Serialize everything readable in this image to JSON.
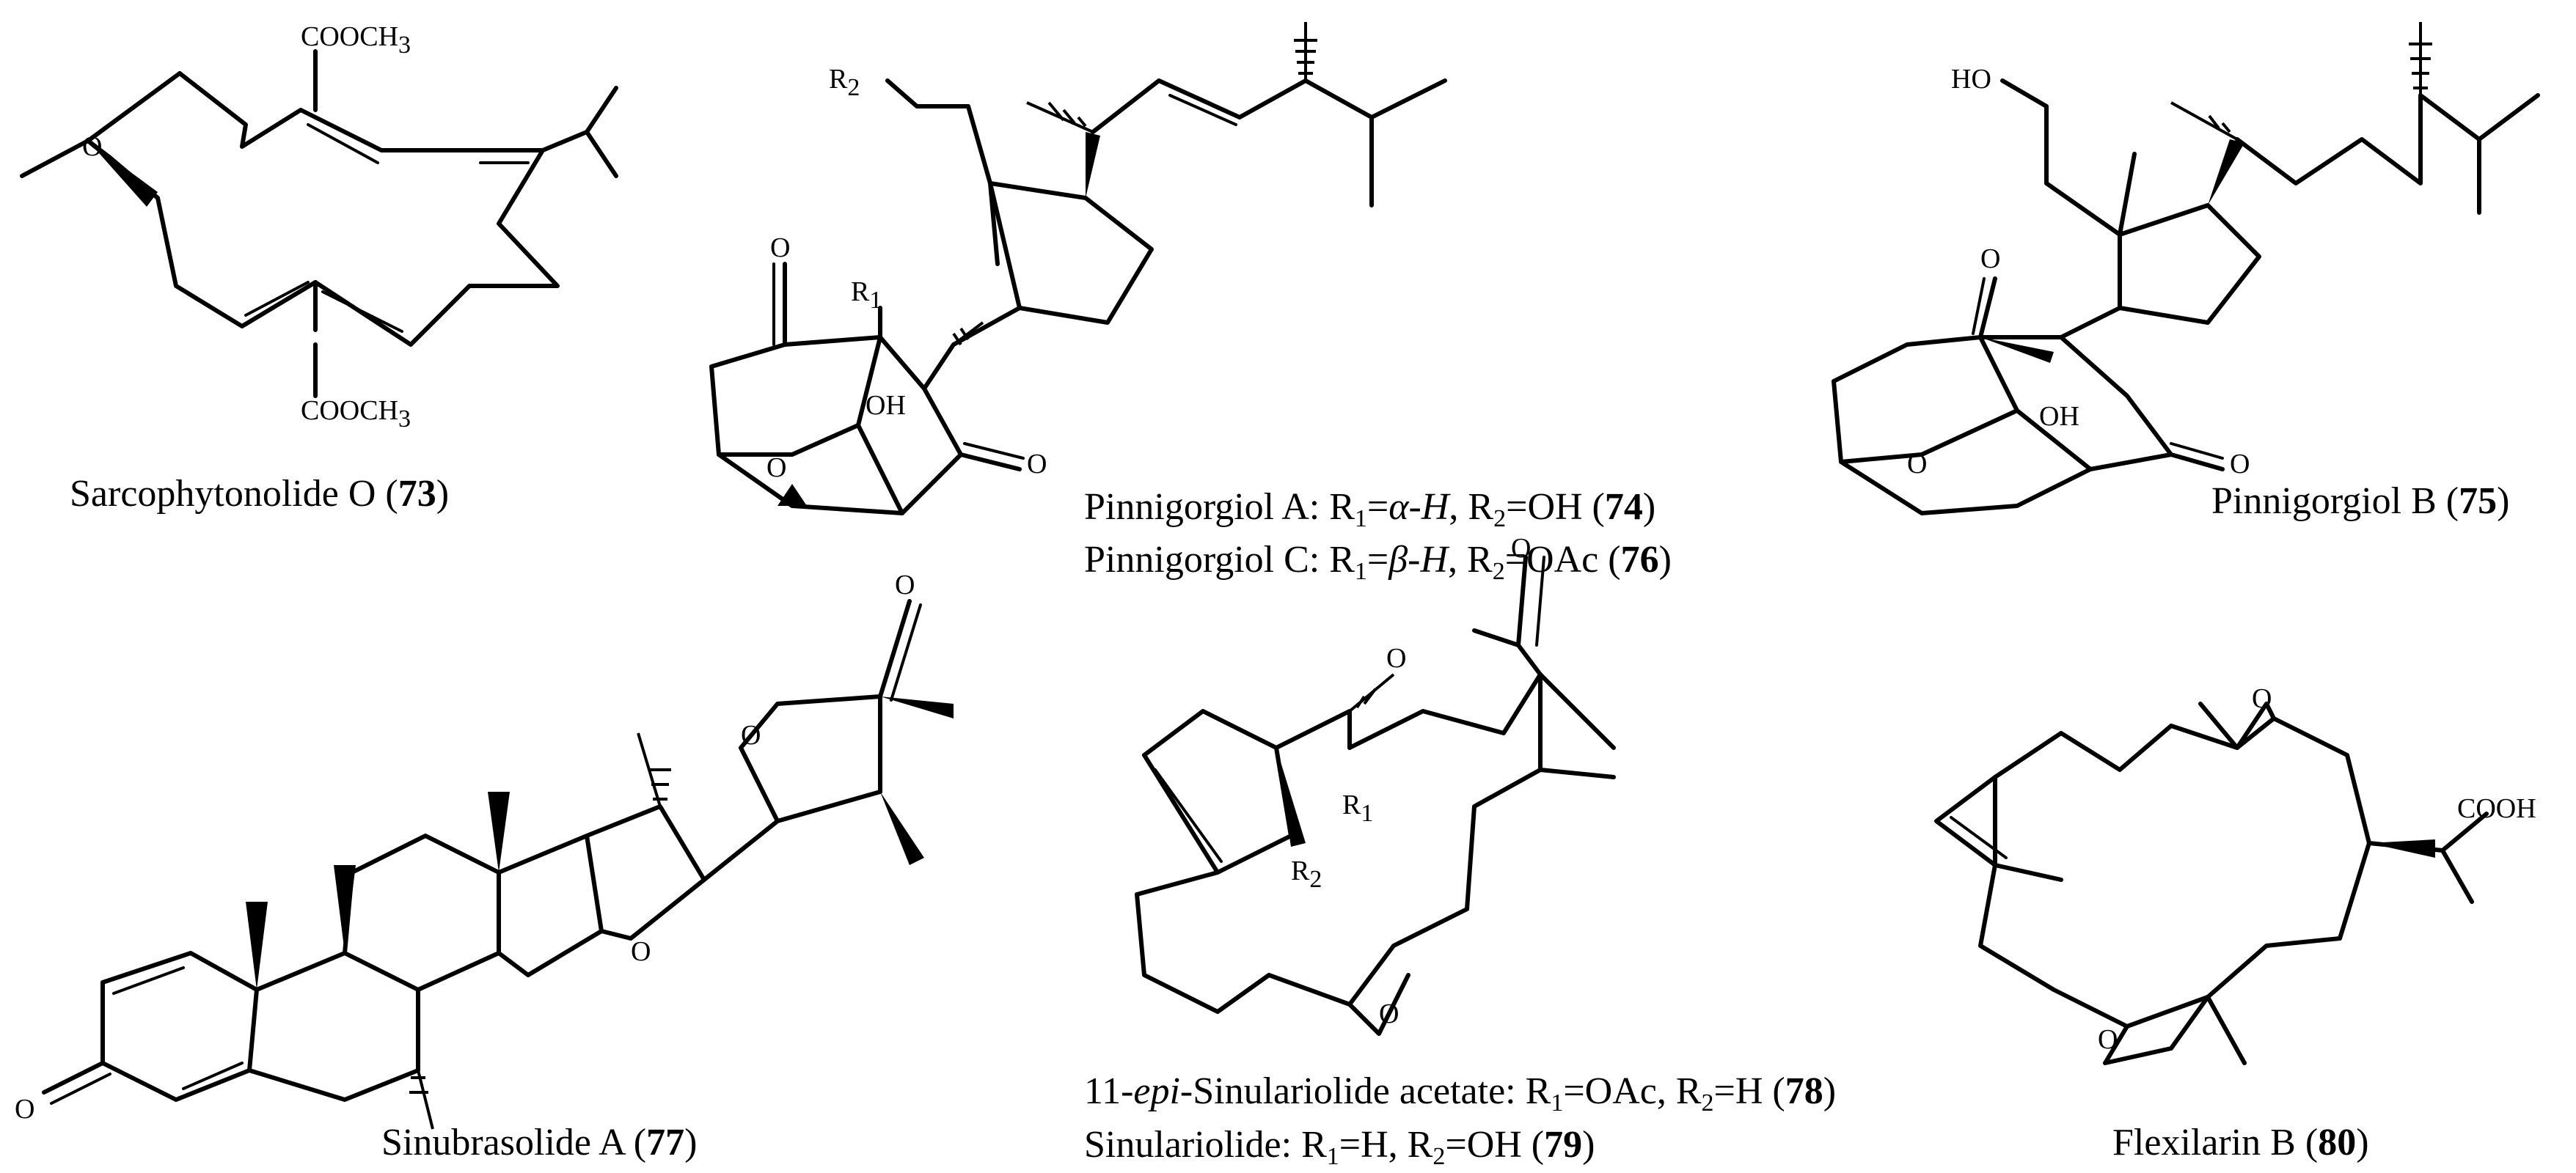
{
  "labels": {
    "c73": {
      "name": "Sarcophytonolide O",
      "num": "73"
    },
    "c74": {
      "name": "Pinnigorgiol A",
      "r1": "α-H",
      "r2": "OH",
      "num": "74"
    },
    "c76": {
      "name": "Pinnigorgiol C",
      "r1": "β-H",
      "r2": "OAc",
      "num": "76"
    },
    "c75": {
      "name": "Pinnigorgiol B",
      "num": "75"
    },
    "c77": {
      "name": "Sinubrasolide A",
      "num": "77"
    },
    "c78": {
      "prefix": "11-",
      "epi": "epi",
      "name": "-Sinulariolide acetate",
      "r1": "OAc",
      "r2": "H",
      "num": "78"
    },
    "c79": {
      "name": "Sinulariolide",
      "r1": "H",
      "r2": "OH",
      "num": "79"
    },
    "c80": {
      "name": "Flexilarin B",
      "num": "80"
    }
  },
  "atoms": {
    "coome": "COOCH",
    "coome_sub": "3",
    "o": "O",
    "oh": "OH",
    "ho": "HO",
    "cooh": "COOH",
    "r": "R",
    "one": "1",
    "two": "2"
  }
}
